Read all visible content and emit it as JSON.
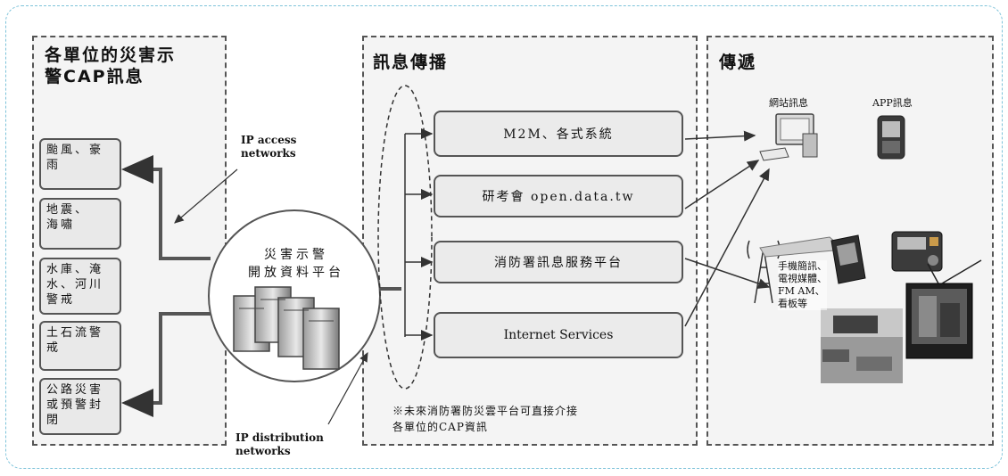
{
  "panels": {
    "sources_title": "各單位的災害示\n警CAP訊息",
    "broadcast_title": "訊息傳播",
    "delivery_title": "傳遞"
  },
  "sources": [
    "颱風、豪\n雨",
    "地震、\n海嘯",
    "水庫、淹\n水、河川\n警戒",
    "土石流警\n戒",
    "公路災害\n或預警封\n閉"
  ],
  "hub": "災害示警\n開放資料平台",
  "network_labels": {
    "ip_access": "IP access\nnetworks",
    "ip_distribution": "IP distribution\nnetworks"
  },
  "services": [
    "M2M、各式系統",
    "研考會 open.data.tw",
    "消防署訊息服務平台",
    "Internet Services"
  ],
  "note": "※未來消防署防災雲平台可直接介接\n各單位的CAP資訊",
  "endpoints": {
    "web": "網站訊息",
    "app": "APP訊息",
    "broadcast": "手機簡訊、\n電視媒體、\nFM AM、\n看板等"
  }
}
